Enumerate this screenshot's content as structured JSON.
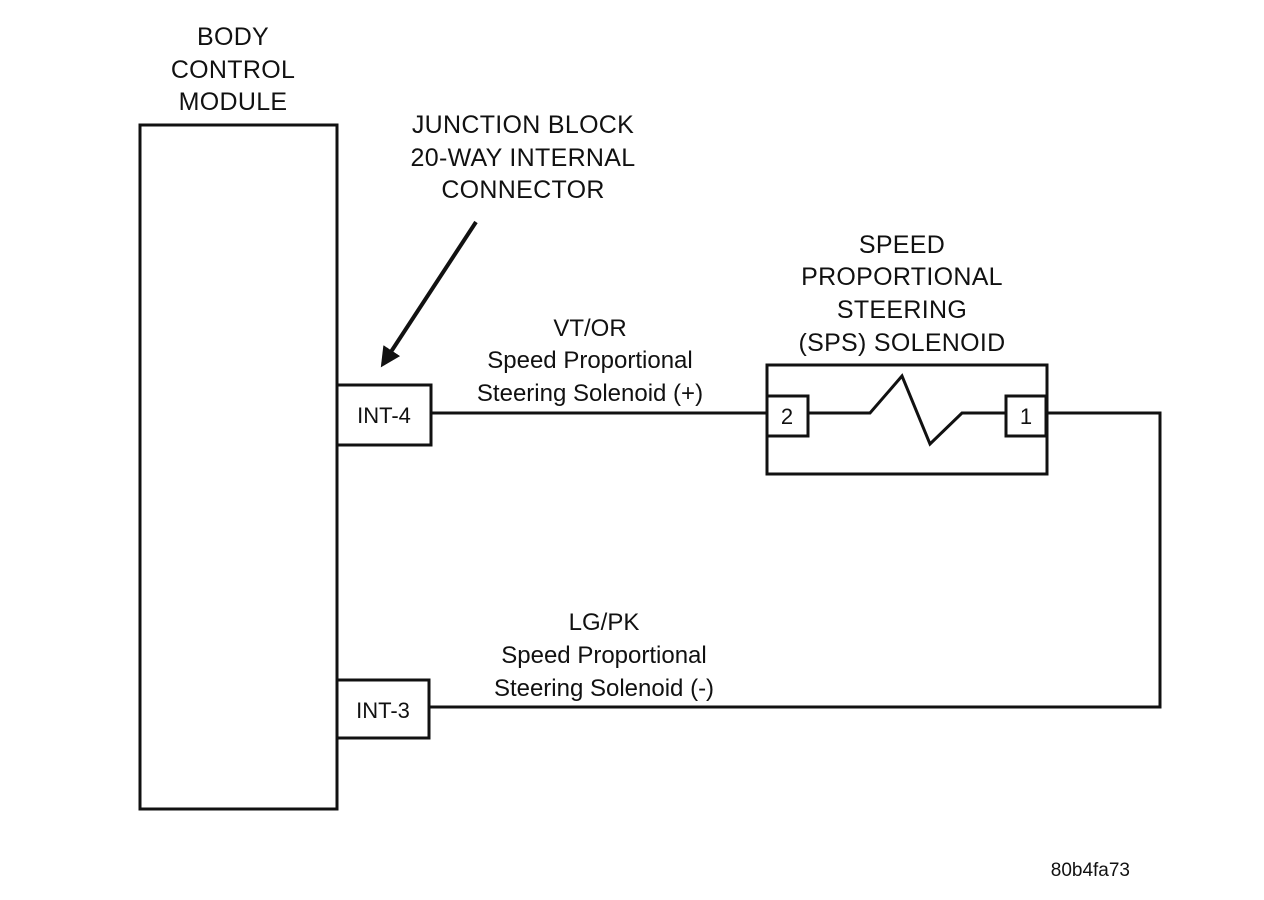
{
  "body_control_module": {
    "label_lines": [
      "BODY",
      "CONTROL",
      "MODULE"
    ]
  },
  "junction_block": {
    "label_lines": [
      "JUNCTION BLOCK",
      "20-WAY INTERNAL",
      "CONNECTOR"
    ]
  },
  "sps_solenoid": {
    "label_lines": [
      "SPEED",
      "PROPORTIONAL",
      "STEERING",
      "(SPS) SOLENOID"
    ],
    "pin_left": "2",
    "pin_right": "1"
  },
  "connectors": {
    "int4": "INT-4",
    "int3": "INT-3"
  },
  "wire_positive": {
    "color_code": "VT/OR",
    "desc_line1": "Speed Proportional",
    "desc_line2": "Steering Solenoid (+)"
  },
  "wire_negative": {
    "color_code": "LG/PK",
    "desc_line1": "Speed Proportional",
    "desc_line2": "Steering Solenoid (-)"
  },
  "figure_id": "80b4fa73"
}
